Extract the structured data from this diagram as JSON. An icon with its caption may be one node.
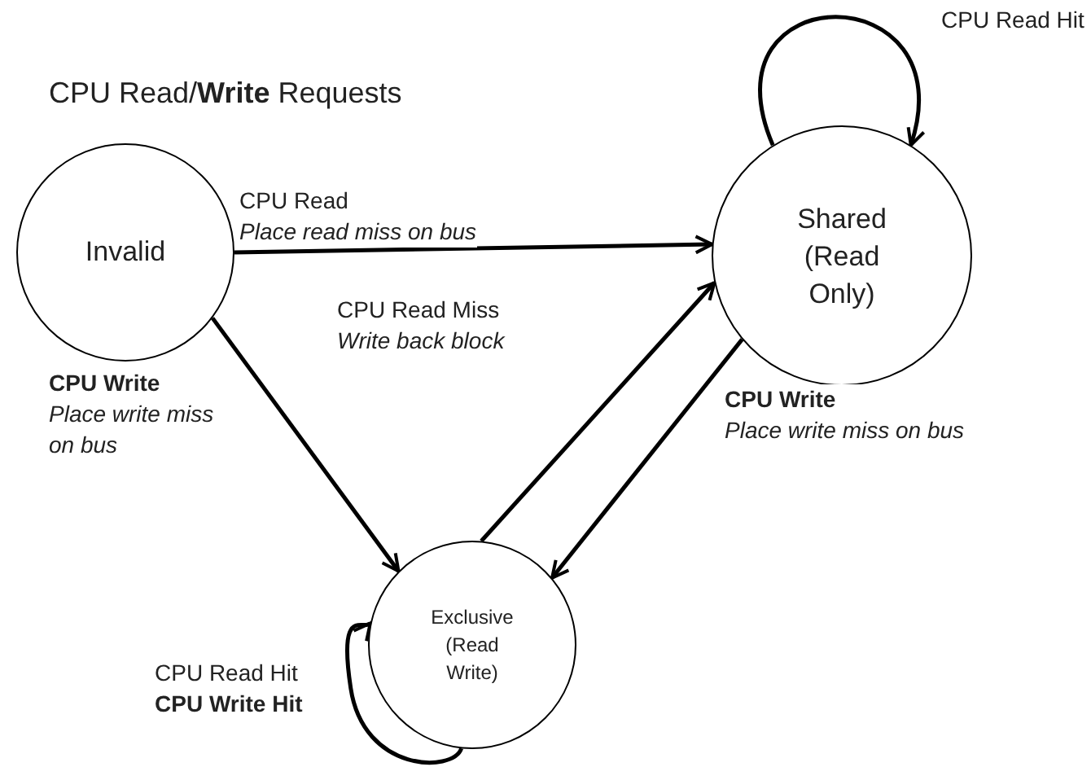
{
  "diagram": {
    "title": "CPU Read/**Write** Requests",
    "nodes": [
      {
        "text": [
          "Invalid"
        ]
      },
      {
        "text": [
          "Shared (Read Only)"
        ]
      },
      {
        "text": [
          "Exclusive (Read Write)"
        ]
      }
    ],
    "edges": [
      {
        "from": 0,
        "to": 1,
        "arrow": "to",
        "label": "CPU Read *Place read miss on bus*"
      },
      {
        "from": 0,
        "to": 2,
        "arrow": "to",
        "label": "**CPU Write** *Place write miss on bus*"
      },
      {
        "from": 2,
        "to": 1,
        "arrow": "to",
        "label": "CPU Read Miss *Write back block*"
      },
      {
        "from": 1,
        "to": 2,
        "arrow": "to",
        "label": "**CPU Write** *Place write miss on bus*"
      },
      {
        "from": 1,
        "to": 1,
        "arrow": "to",
        "label": "CPU Read Hit"
      },
      {
        "from": 2,
        "to": 2,
        "arrow": "to",
        "label": "CPU Read Hit **CPU Write Hit**"
      }
    ]
  }
}
